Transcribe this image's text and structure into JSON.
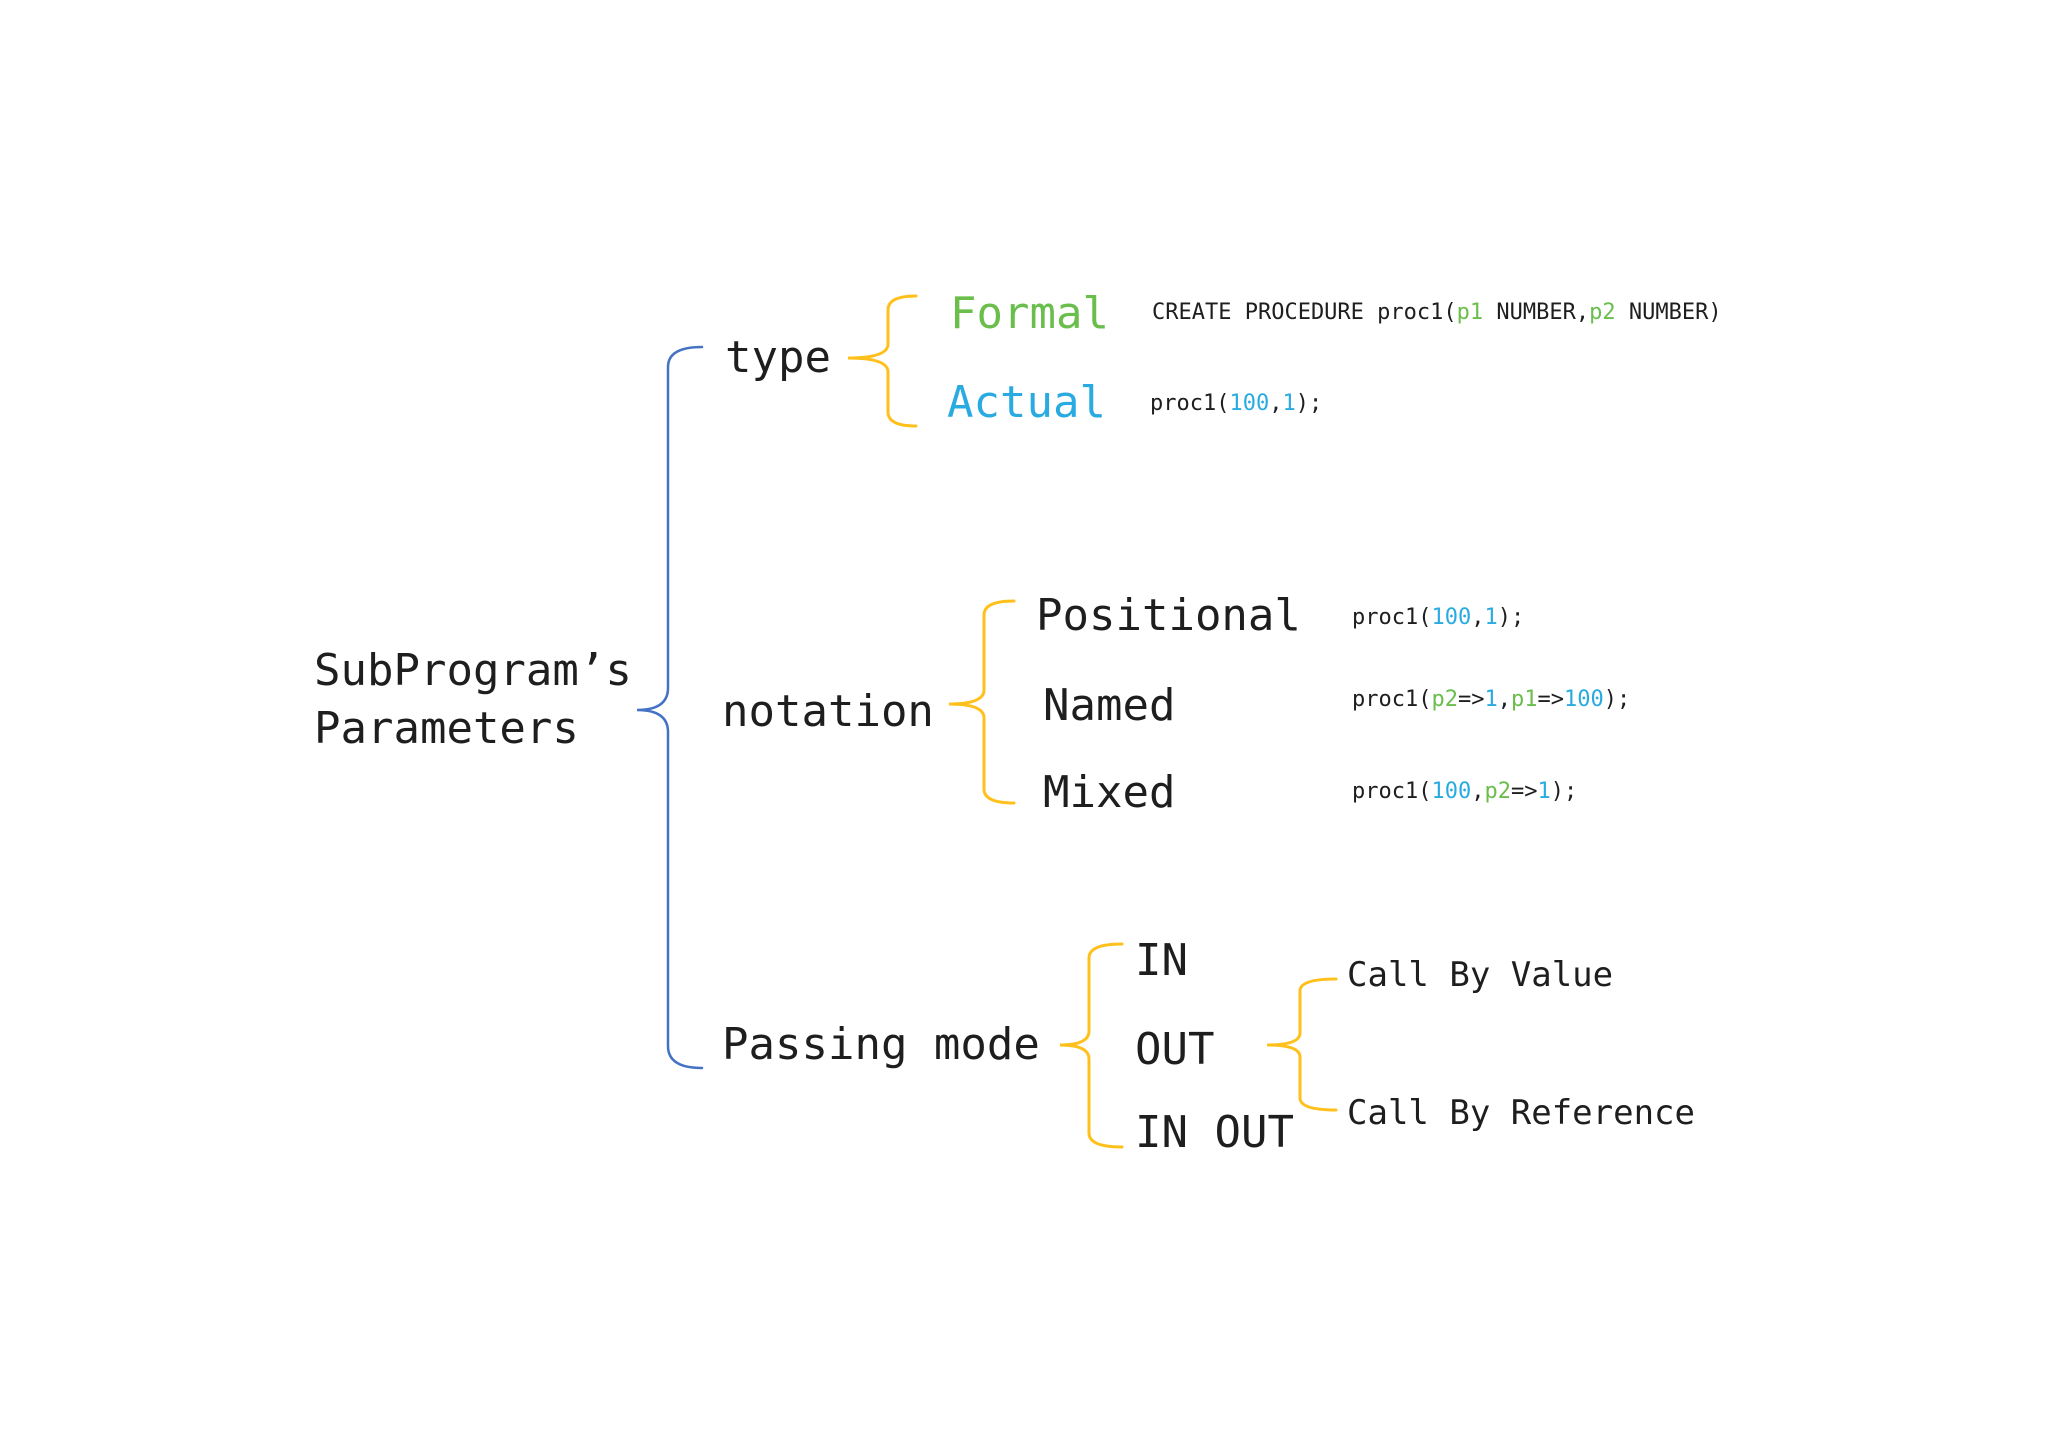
{
  "colors": {
    "background": "#FFFFFF",
    "ink": "#1E1E1E",
    "green": "#6ABE4B",
    "blue": "#29ABE2",
    "brace_yellow": "#FFC01B",
    "brace_blue": "#4472C4"
  },
  "root": {
    "line1": "SubProgram’s",
    "line2": "Parameters"
  },
  "type_branch": {
    "label": "type",
    "formal": {
      "label": "Formal",
      "code": [
        {
          "t": "CREATE PROCEDURE proc1(",
          "c": "ink"
        },
        {
          "t": "p1",
          "c": "green"
        },
        {
          "t": " NUMBER,",
          "c": "ink"
        },
        {
          "t": "p2",
          "c": "green"
        },
        {
          "t": " NUMBER)",
          "c": "ink"
        }
      ]
    },
    "actual": {
      "label": "Actual",
      "code": [
        {
          "t": "proc1(",
          "c": "ink"
        },
        {
          "t": "100",
          "c": "blue"
        },
        {
          "t": ",",
          "c": "ink"
        },
        {
          "t": "1",
          "c": "blue"
        },
        {
          "t": ");",
          "c": "ink"
        }
      ]
    }
  },
  "notation_branch": {
    "label": "notation",
    "positional": {
      "label": "Positional",
      "code": [
        {
          "t": "proc1(",
          "c": "ink"
        },
        {
          "t": "100",
          "c": "blue"
        },
        {
          "t": ",",
          "c": "ink"
        },
        {
          "t": "1",
          "c": "blue"
        },
        {
          "t": ");",
          "c": "ink"
        }
      ]
    },
    "named": {
      "label": "Named",
      "code": [
        {
          "t": "proc1(",
          "c": "ink"
        },
        {
          "t": "p2",
          "c": "green"
        },
        {
          "t": "=>",
          "c": "ink"
        },
        {
          "t": "1",
          "c": "blue"
        },
        {
          "t": ",",
          "c": "ink"
        },
        {
          "t": "p1",
          "c": "green"
        },
        {
          "t": "=>",
          "c": "ink"
        },
        {
          "t": "100",
          "c": "blue"
        },
        {
          "t": ");",
          "c": "ink"
        }
      ]
    },
    "mixed": {
      "label": "Mixed",
      "code": [
        {
          "t": "proc1(",
          "c": "ink"
        },
        {
          "t": "100",
          "c": "blue"
        },
        {
          "t": ",",
          "c": "ink"
        },
        {
          "t": "p2",
          "c": "green"
        },
        {
          "t": "=>",
          "c": "ink"
        },
        {
          "t": "1",
          "c": "blue"
        },
        {
          "t": ");",
          "c": "ink"
        }
      ]
    }
  },
  "passing_branch": {
    "label": "Passing mode",
    "in": {
      "label": "IN"
    },
    "out": {
      "label": "OUT"
    },
    "in_out": {
      "label": "IN OUT"
    },
    "call_by_value": {
      "label": "Call By Value"
    },
    "call_by_reference": {
      "label": "Call By Reference"
    }
  }
}
